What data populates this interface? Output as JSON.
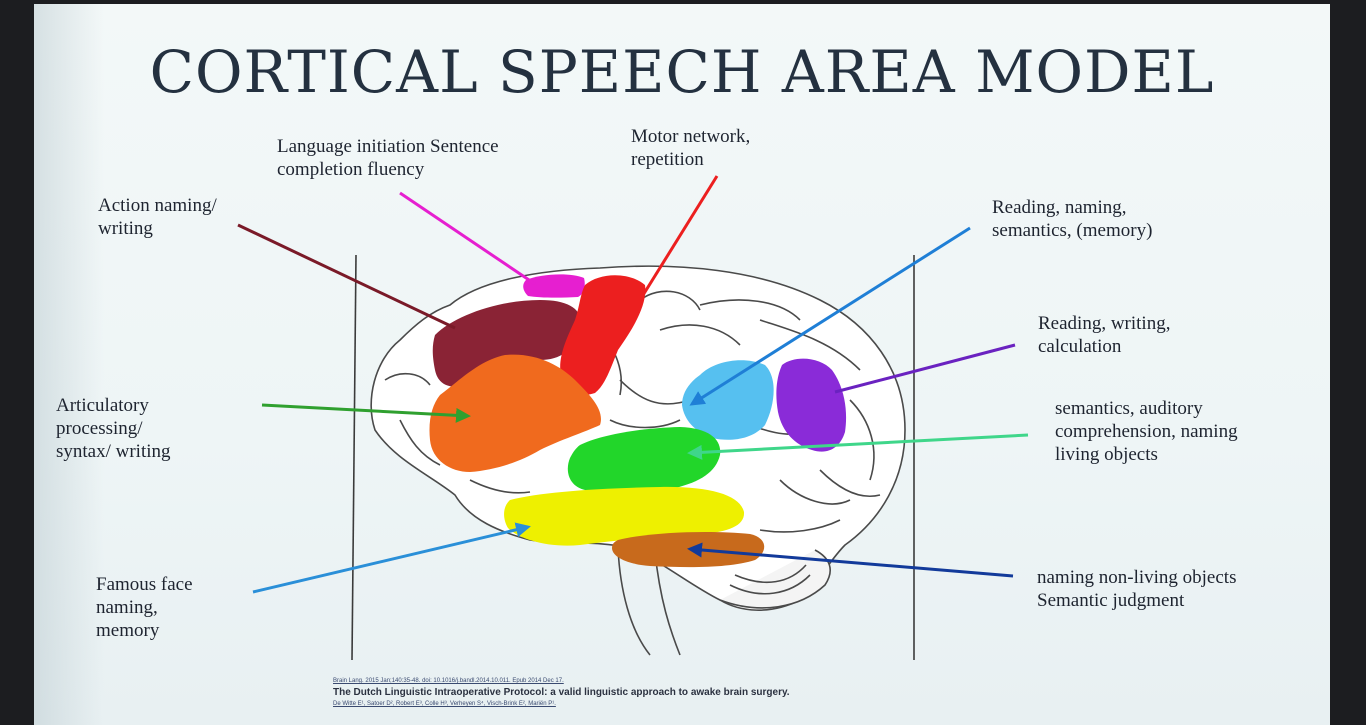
{
  "slide": {
    "title": "CORTICAL SPEECH AREA MODEL"
  },
  "labels": {
    "language_initiation": "Language initiation Sentence\ncompletion fluency",
    "motor_network": "Motor network,\nrepetition",
    "action_naming": "Action naming/\nwriting",
    "reading_naming": "Reading, naming,\nsemantics, (memory)",
    "reading_writing": "Reading, writing,\ncalculation",
    "articulatory": "Articulatory\nprocessing/\nsyntax/ writing",
    "semantics_auditory": "semantics, auditory\ncomprehension, naming\nliving objects",
    "famous_face": "Famous face\nnaming,\nmemory",
    "naming_nonliving": "naming non-living objects\nSemantic judgment"
  },
  "regions": {
    "language_initiation": "#e61fd0",
    "motor_network": "#ec1f1f",
    "action_naming": "#8a2335",
    "reading_naming": "#56c0f0",
    "reading_writing": "#8a2bd8",
    "articulatory": "#f06a1e",
    "semantics_auditory": "#22d62a",
    "famous_face": "#eef000",
    "naming_nonliving": "#c86a1c"
  },
  "citation": {
    "journal": "Brain Lang. 2015 Jan;140:35-48. doi: 10.1016/j.bandl.2014.10.011. Epub 2014 Dec 17.",
    "title": "The Dutch Linguistic Intraoperative Protocol: a valid linguistic approach to awake brain surgery.",
    "authors": "De Witte E¹, Satoer D², Robert E³, Colle H³, Verheyen S⁴, Visch-Brink E², Mariën P¹."
  }
}
